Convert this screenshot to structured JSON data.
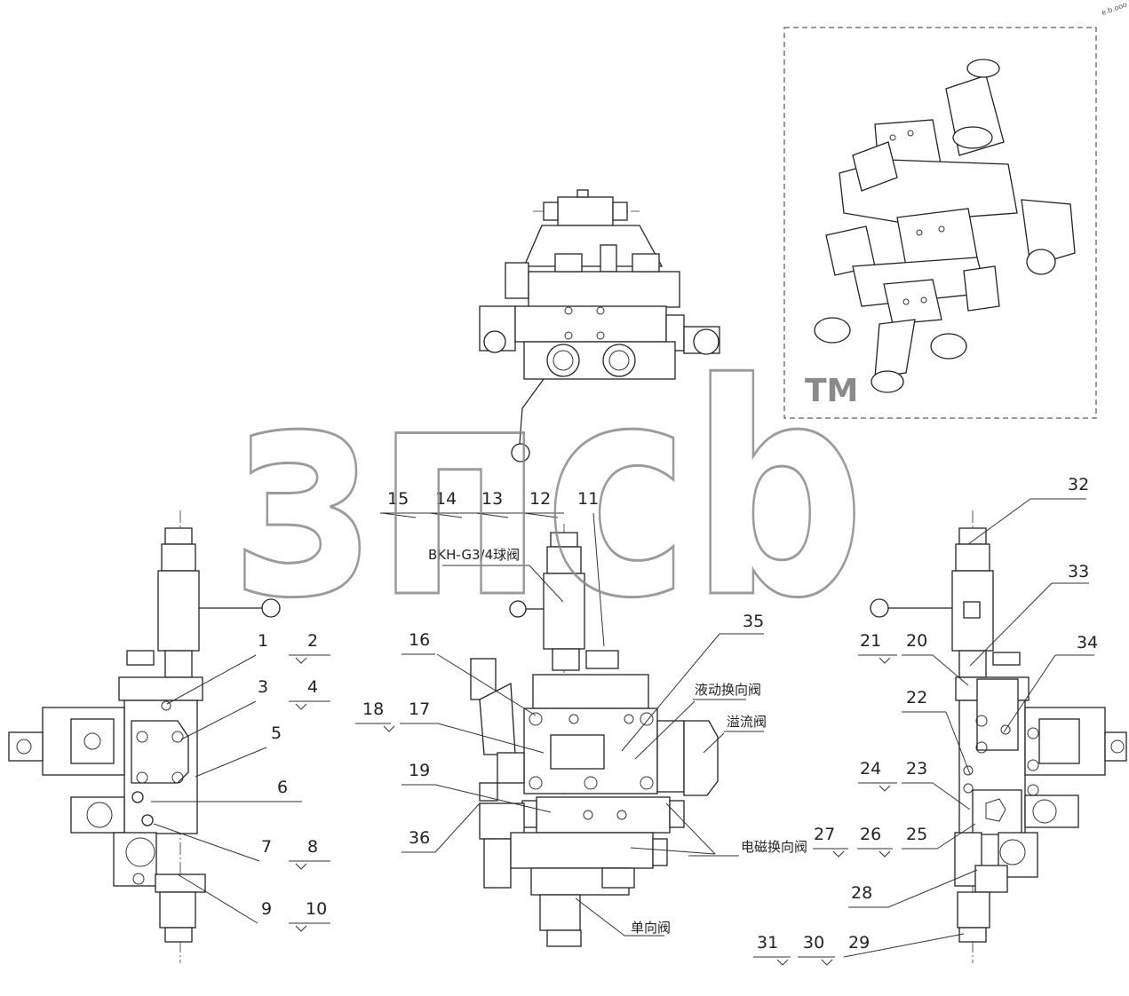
{
  "watermark": {
    "text": "зпсb",
    "mark": "TM"
  },
  "corner_text": "e.b.ooo",
  "part_numbers": [
    "1",
    "2",
    "3",
    "4",
    "5",
    "6",
    "7",
    "8",
    "9",
    "10",
    "11",
    "12",
    "13",
    "14",
    "15",
    "16",
    "17",
    "18",
    "19",
    "20",
    "21",
    "22",
    "23",
    "24",
    "25",
    "26",
    "27",
    "28",
    "29",
    "30",
    "31",
    "32",
    "33",
    "34",
    "35",
    "36"
  ],
  "component_labels": {
    "ball_valve": "BKH-G3/4球阀",
    "pilot_valve": "液动换向阀",
    "relief_valve": "溢流阀",
    "solenoid_valve": "电磁换向阀",
    "check_valve": "单向阀"
  },
  "colors": {
    "line": "#222222",
    "watermark": "#8a8a8a",
    "background": "#ffffff"
  }
}
